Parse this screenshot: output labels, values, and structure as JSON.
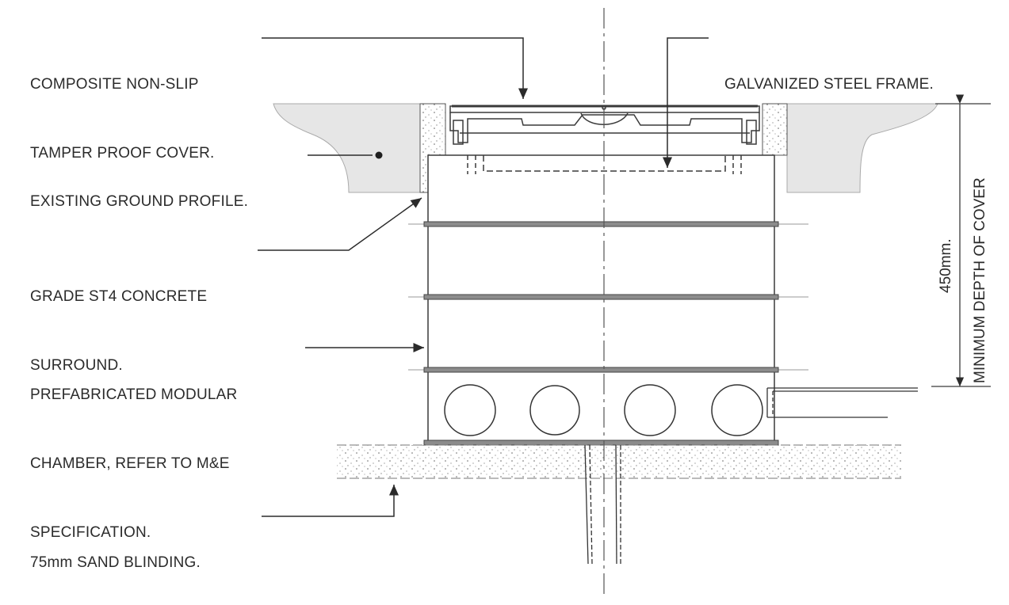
{
  "labels": {
    "cover": [
      "COMPOSITE NON-SLIP",
      "TAMPER PROOF COVER."
    ],
    "frame": [
      "GALVANIZED STEEL FRAME."
    ],
    "ground": [
      "EXISTING GROUND PROFILE."
    ],
    "concrete": [
      "GRADE ST4 CONCRETE",
      "SURROUND."
    ],
    "chamber": [
      "PREFABRICATED MODULAR",
      "CHAMBER, REFER TO M&E",
      "SPECIFICATION."
    ],
    "sand": [
      "75mm SAND BLINDING."
    ]
  },
  "dimension": {
    "value": "450mm.",
    "description": "MINIMUM DEPTH OF COVER"
  },
  "colors": {
    "line": "#3a3a3a",
    "ground_fill": "#e6e6e6",
    "ring_fill": "#8c8c8c"
  }
}
